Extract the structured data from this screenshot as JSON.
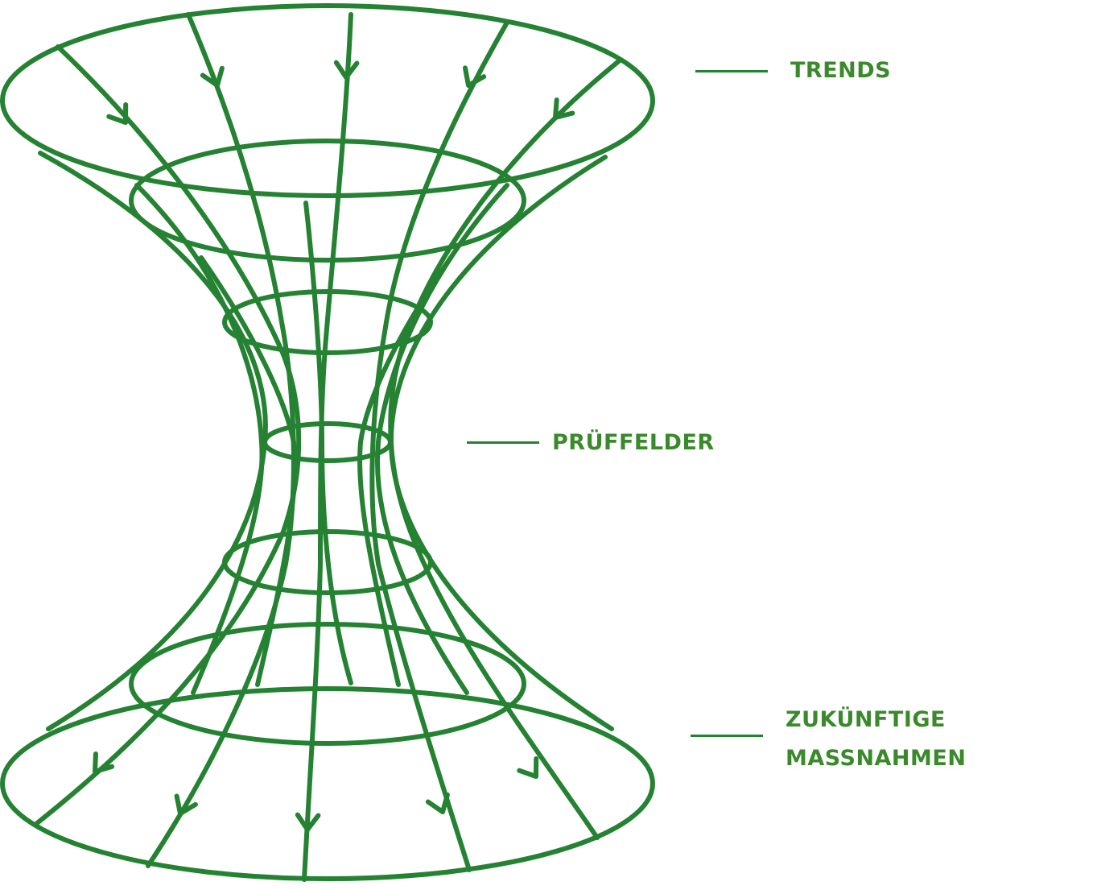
{
  "colors": {
    "stroke": "#248232",
    "label": "#3a8a2c"
  },
  "labels": {
    "trends": "TRENDS",
    "pruffelder": "PRÜFFELDER",
    "zukunftige_line1": "ZUKÜNFTIGE",
    "zukunftige_line2": "MASSNAHMEN"
  },
  "icons": {
    "arrow": "chevron-arrowhead"
  }
}
